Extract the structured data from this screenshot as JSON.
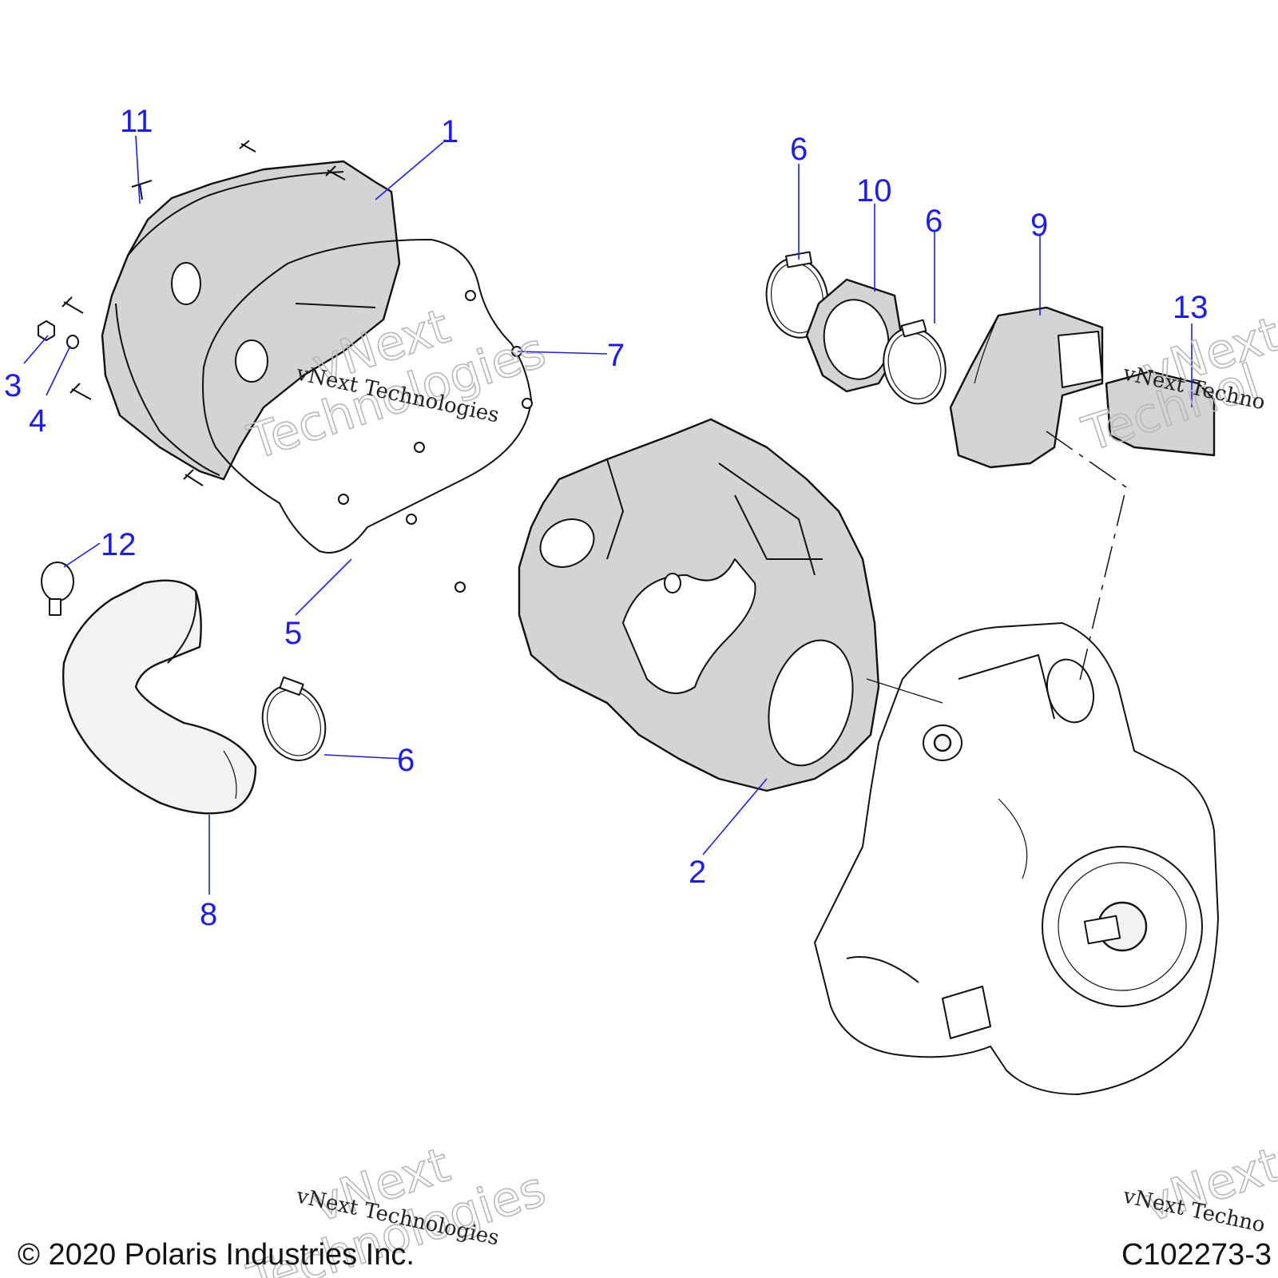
{
  "callouts": {
    "c1": "1",
    "c2": "2",
    "c3": "3",
    "c4": "4",
    "c5": "5",
    "c6a": "6",
    "c6b": "6",
    "c6c": "6",
    "c7": "7",
    "c8": "8",
    "c9": "9",
    "c10": "10",
    "c11": "11",
    "c12": "12",
    "c13": "13"
  },
  "footer": {
    "copyright": "© 2020 Polaris Industries Inc.",
    "diagram_id": "C102273-3"
  },
  "watermarks": {
    "big_top": "vNext",
    "big_bottom": "Technologies",
    "small": "vNext Technologies",
    "big_right_top": "vNext",
    "big_right_bottom": "Technol",
    "small_right": "vNext Techno"
  },
  "colors": {
    "callout": "#1a1aff",
    "part_fill": "#d4d4d4",
    "line": "#111111"
  }
}
